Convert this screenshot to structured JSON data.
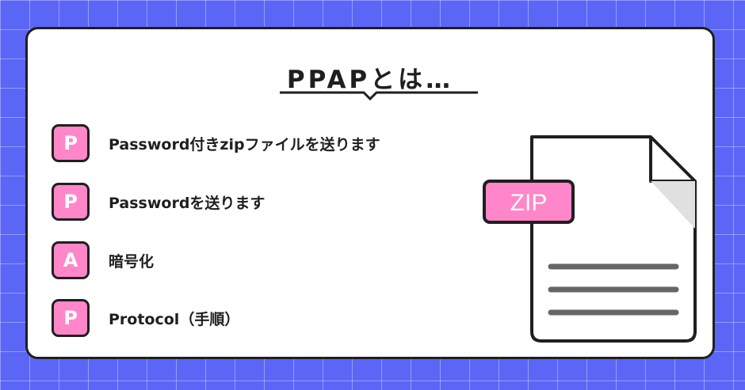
{
  "title": "PPAPとは…",
  "items": [
    {
      "letter": "P",
      "text": "Password付きzipファイルを送ります"
    },
    {
      "letter": "P",
      "text": "Passwordを送ります"
    },
    {
      "letter": "A",
      "text": "暗号化"
    },
    {
      "letter": "P",
      "text": "Protocol（手順）"
    }
  ],
  "file_icon": {
    "tag": "ZIP",
    "icon": "document-icon"
  },
  "colors": {
    "background": "#5b66f7",
    "accent_pink": "#ff86c8",
    "outline": "#1f1f1f",
    "text_lines": "#666666"
  }
}
